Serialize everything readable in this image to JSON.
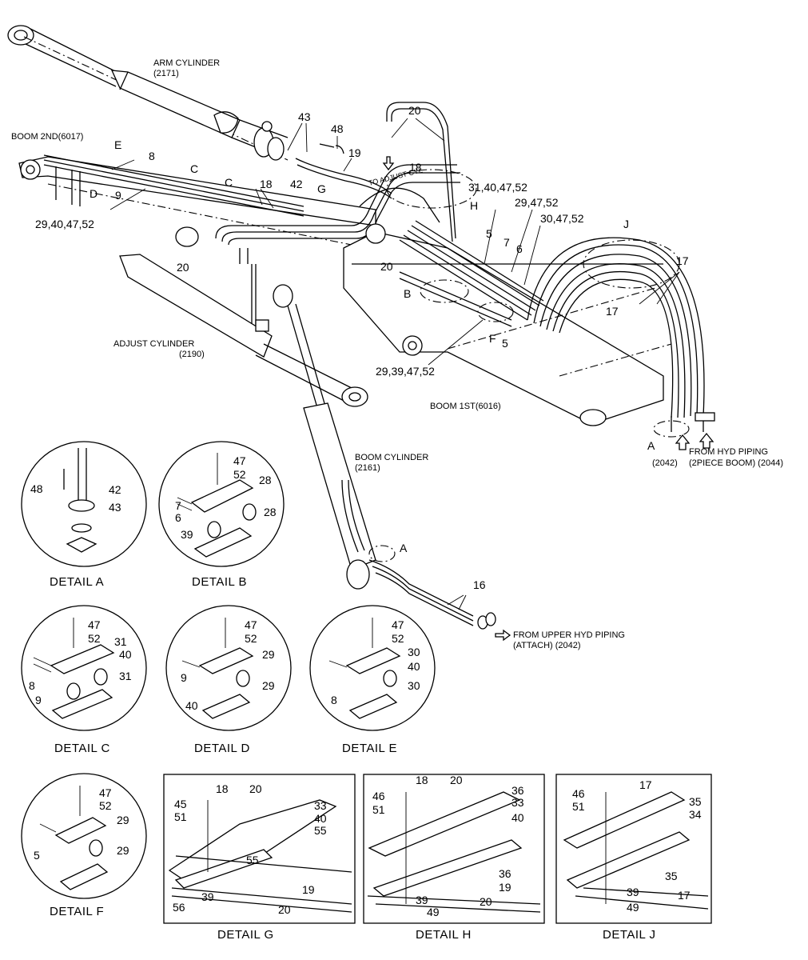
{
  "labels": {
    "arm_cylinder": "ARM CYLINDER",
    "arm_cylinder_code": "(2171)",
    "boom_2nd": "BOOM 2ND(6017)",
    "adjust_cylinder": "ADJUST CYLINDER",
    "adjust_cylinder_code": "(2190)",
    "boom_1st": "BOOM 1ST(6016)",
    "boom_cylinder": "BOOM CYLINDER",
    "boom_cylinder_code": "(2161)",
    "from_hyd_piping": "FROM HYD PIPING",
    "two_piece_boom": "(2PIECE BOOM) (2044)",
    "code_2042": "(2042)",
    "from_upper_hyd": "FROM UPPER HYD PIPING",
    "attach": "(ATTACH) (2042)",
    "to_adjust_cyl": "TO ADJUST CYL"
  },
  "callouts": {
    "n20_top": "20",
    "n43": "43",
    "n48": "48",
    "n19": "19",
    "n42": "42",
    "n18_top": "18",
    "nE": "E",
    "n8": "8",
    "nC1": "C",
    "nC2": "C",
    "n18_mid": "18",
    "nG": "G",
    "nD": "D",
    "n9": "9",
    "c29_40_47_52": "29,40,47,52",
    "c31_40_47_52": "31,40,47,52",
    "c29_47_52": "29,47,52",
    "c30_47_52": "30,47,52",
    "nH": "H",
    "nJ": "J",
    "n17a": "17",
    "n17b": "17",
    "n5a": "5",
    "n7": "7",
    "n6": "6",
    "n20_mid": "20",
    "n20_left": "20",
    "nB": "B",
    "nF": "F",
    "n5b": "5",
    "c29_39_47_52": "29,39,47,52",
    "nA_right": "A",
    "nA_cyl": "A",
    "n16": "16"
  },
  "details": {
    "A": {
      "caption": "DETAIL  A",
      "labels": [
        "48",
        "42",
        "43"
      ]
    },
    "B": {
      "caption": "DETAIL  B",
      "labels": [
        "47",
        "52",
        "28",
        "7",
        "6",
        "28",
        "39"
      ]
    },
    "C": {
      "caption": "DETAIL  C",
      "labels": [
        "47",
        "52",
        "31",
        "40",
        "31",
        "8",
        "9"
      ]
    },
    "D": {
      "caption": "DETAIL  D",
      "labels": [
        "47",
        "52",
        "29",
        "9",
        "29",
        "40"
      ]
    },
    "E": {
      "caption": "DETAIL  E",
      "labels": [
        "47",
        "52",
        "30",
        "40",
        "8",
        "30"
      ]
    },
    "F": {
      "caption": "DETAIL  F",
      "labels": [
        "47",
        "52",
        "29",
        "5",
        "29"
      ]
    },
    "G": {
      "caption": "DETAIL  G",
      "labels": [
        "18",
        "20",
        "45",
        "51",
        "33",
        "40",
        "55",
        "55",
        "19",
        "56",
        "39",
        "20"
      ]
    },
    "H": {
      "caption": "DETAIL  H",
      "labels": [
        "18",
        "20",
        "46",
        "51",
        "36",
        "33",
        "40",
        "36",
        "19",
        "20",
        "39",
        "49"
      ]
    },
    "J": {
      "caption": "DETAIL  J",
      "labels": [
        "17",
        "46",
        "51",
        "35",
        "34",
        "35",
        "17",
        "39",
        "49"
      ]
    }
  }
}
